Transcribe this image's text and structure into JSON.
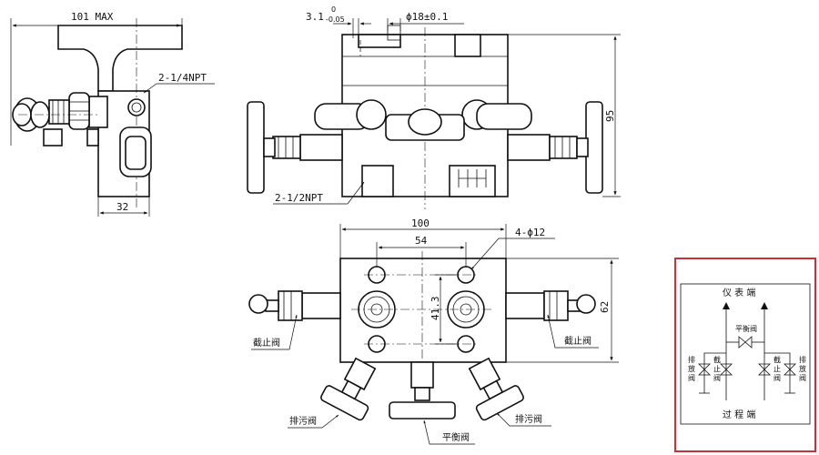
{
  "dimensions": {
    "width_max": "101 MAX",
    "thread_small": "2-1/4NPT",
    "depth": "32",
    "offset": "3.1",
    "offset_tol_upper": "0",
    "offset_tol_lower": "-0.05",
    "bore": "ϕ18±0.1",
    "height": "95",
    "thread_large": "2-1/2NPT",
    "body_width": "100",
    "hole_spacing_x": "54",
    "holes": "4-ϕ12",
    "hole_spacing_y": "41.3",
    "body_height": "62"
  },
  "labels": {
    "stop_valve_left": "截止阀",
    "stop_valve_right": "截止阀",
    "drain_valve_left": "排污阀",
    "drain_valve_right": "排污阀",
    "balance_valve": "平衡阀"
  },
  "schematic": {
    "instrument_end": "仪 表 端",
    "process_end": "过 程 端",
    "balance_valve": "平衡阀",
    "drain_valve": "排放阀",
    "stop_valve": "截止阀"
  }
}
